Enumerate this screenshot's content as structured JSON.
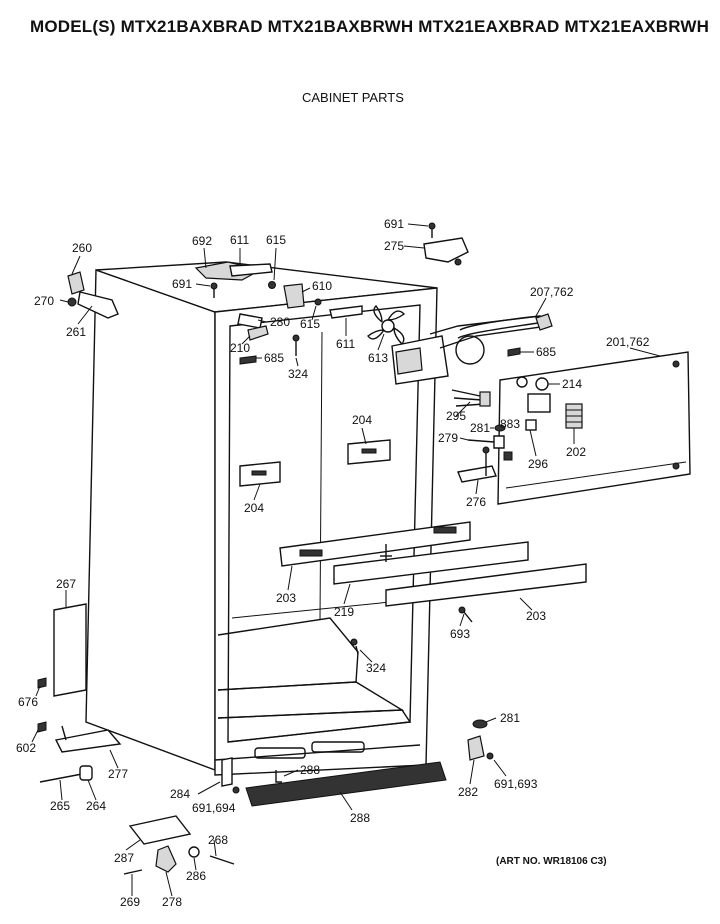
{
  "header": {
    "models_line": "MODEL(S) MTX21BAXBRAD  MTX21BAXBRWH  MTX21EAXBRAD  MTX21EAXBRWH",
    "section_title": "CABINET PARTS"
  },
  "footer": {
    "art_number": "(ART NO. WR18106 C3)"
  },
  "callouts": [
    "260",
    "270",
    "261",
    "692",
    "611",
    "615",
    "691",
    "610",
    "280",
    "615",
    "611",
    "613",
    "210",
    "685",
    "324",
    "691",
    "275",
    "207,762",
    "685",
    "201,762",
    "214",
    "295",
    "281",
    "279",
    "883",
    "296",
    "202",
    "276",
    "204",
    "204",
    "203",
    "219",
    "203",
    "693",
    "324",
    "267",
    "676",
    "602",
    "277",
    "265",
    "264",
    "288",
    "284",
    "691,694",
    "288",
    "281",
    "282",
    "691,693",
    "287",
    "268",
    "286",
    "269",
    "278"
  ]
}
